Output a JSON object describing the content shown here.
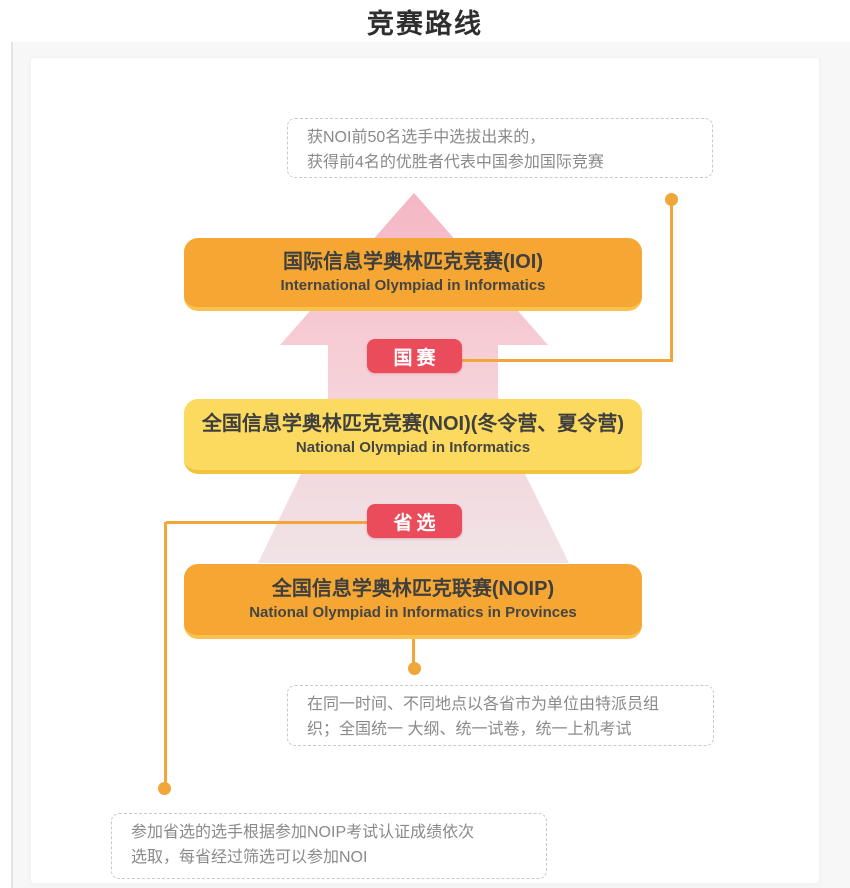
{
  "page": {
    "title": "竞赛路线"
  },
  "colors": {
    "tier_orange": "#f6a733",
    "tier_yellow": "#fcd95f",
    "badge_red": "#ea4c5c",
    "arrow_pink_top": "#f4b7c3",
    "arrow_pink_bottom": "#f0e3e6",
    "connector_orange": "#f1a63a",
    "callout_text": "#8a8a8a"
  },
  "diagram": {
    "tiers": [
      {
        "zh": "国际信息学奥林匹克竞赛(IOI)",
        "en": "International Olympiad in Informatics"
      },
      {
        "zh": "全国信息学奥林匹克竞赛(NOI)(冬令营、夏令营)",
        "en": "National Olympiad in Informatics"
      },
      {
        "zh": "全国信息学奥林匹克联赛(NOIP)",
        "en": "National Olympiad in Informatics in Provinces"
      }
    ],
    "badges": [
      {
        "label": "国赛"
      },
      {
        "label": "省选"
      }
    ],
    "callouts": [
      {
        "lines": [
          "获NOI前50名选手中选拔出来的，",
          "获得前4名的优胜者代表中国参加国际竞赛"
        ]
      },
      {
        "lines": [
          "在同一时间、不同地点以各省市为单位由特派员组",
          "织；全国统一 大纲、统一试卷，统一上机考试"
        ]
      },
      {
        "lines": [
          "参加省选的选手根据参加NOIP考试认证成绩依次",
          "选取，每省经过筛选可以参加NOI"
        ]
      }
    ]
  }
}
